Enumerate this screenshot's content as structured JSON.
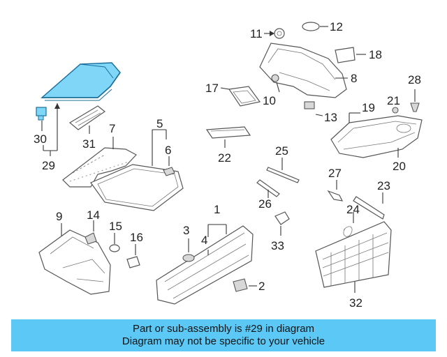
{
  "colors": {
    "highlight": "#7fd6f7",
    "highlight_stroke": "#1a6e9a",
    "banner": "#5bc8f5",
    "part_stroke": "#555555"
  },
  "callouts": {
    "c1": "1",
    "c2": "2",
    "c3": "3",
    "c4": "4",
    "c5": "5",
    "c6": "6",
    "c7": "7",
    "c8": "8",
    "c9": "9",
    "c10": "10",
    "c11": "11",
    "c12": "12",
    "c13": "13",
    "c14": "14",
    "c15": "15",
    "c16": "16",
    "c17": "17",
    "c18": "18",
    "c19": "19",
    "c20": "20",
    "c21": "21",
    "c22": "22",
    "c23": "23",
    "c24": "24",
    "c25": "25",
    "c26": "26",
    "c27": "27",
    "c28": "28",
    "c29": "29",
    "c30": "30",
    "c31": "31",
    "c32": "32",
    "c33": "33"
  },
  "highlighted_part": "29",
  "banner": {
    "line1": "Part or sub-assembly is #29 in diagram",
    "line2": "Diagram may not be specific to your vehicle"
  }
}
